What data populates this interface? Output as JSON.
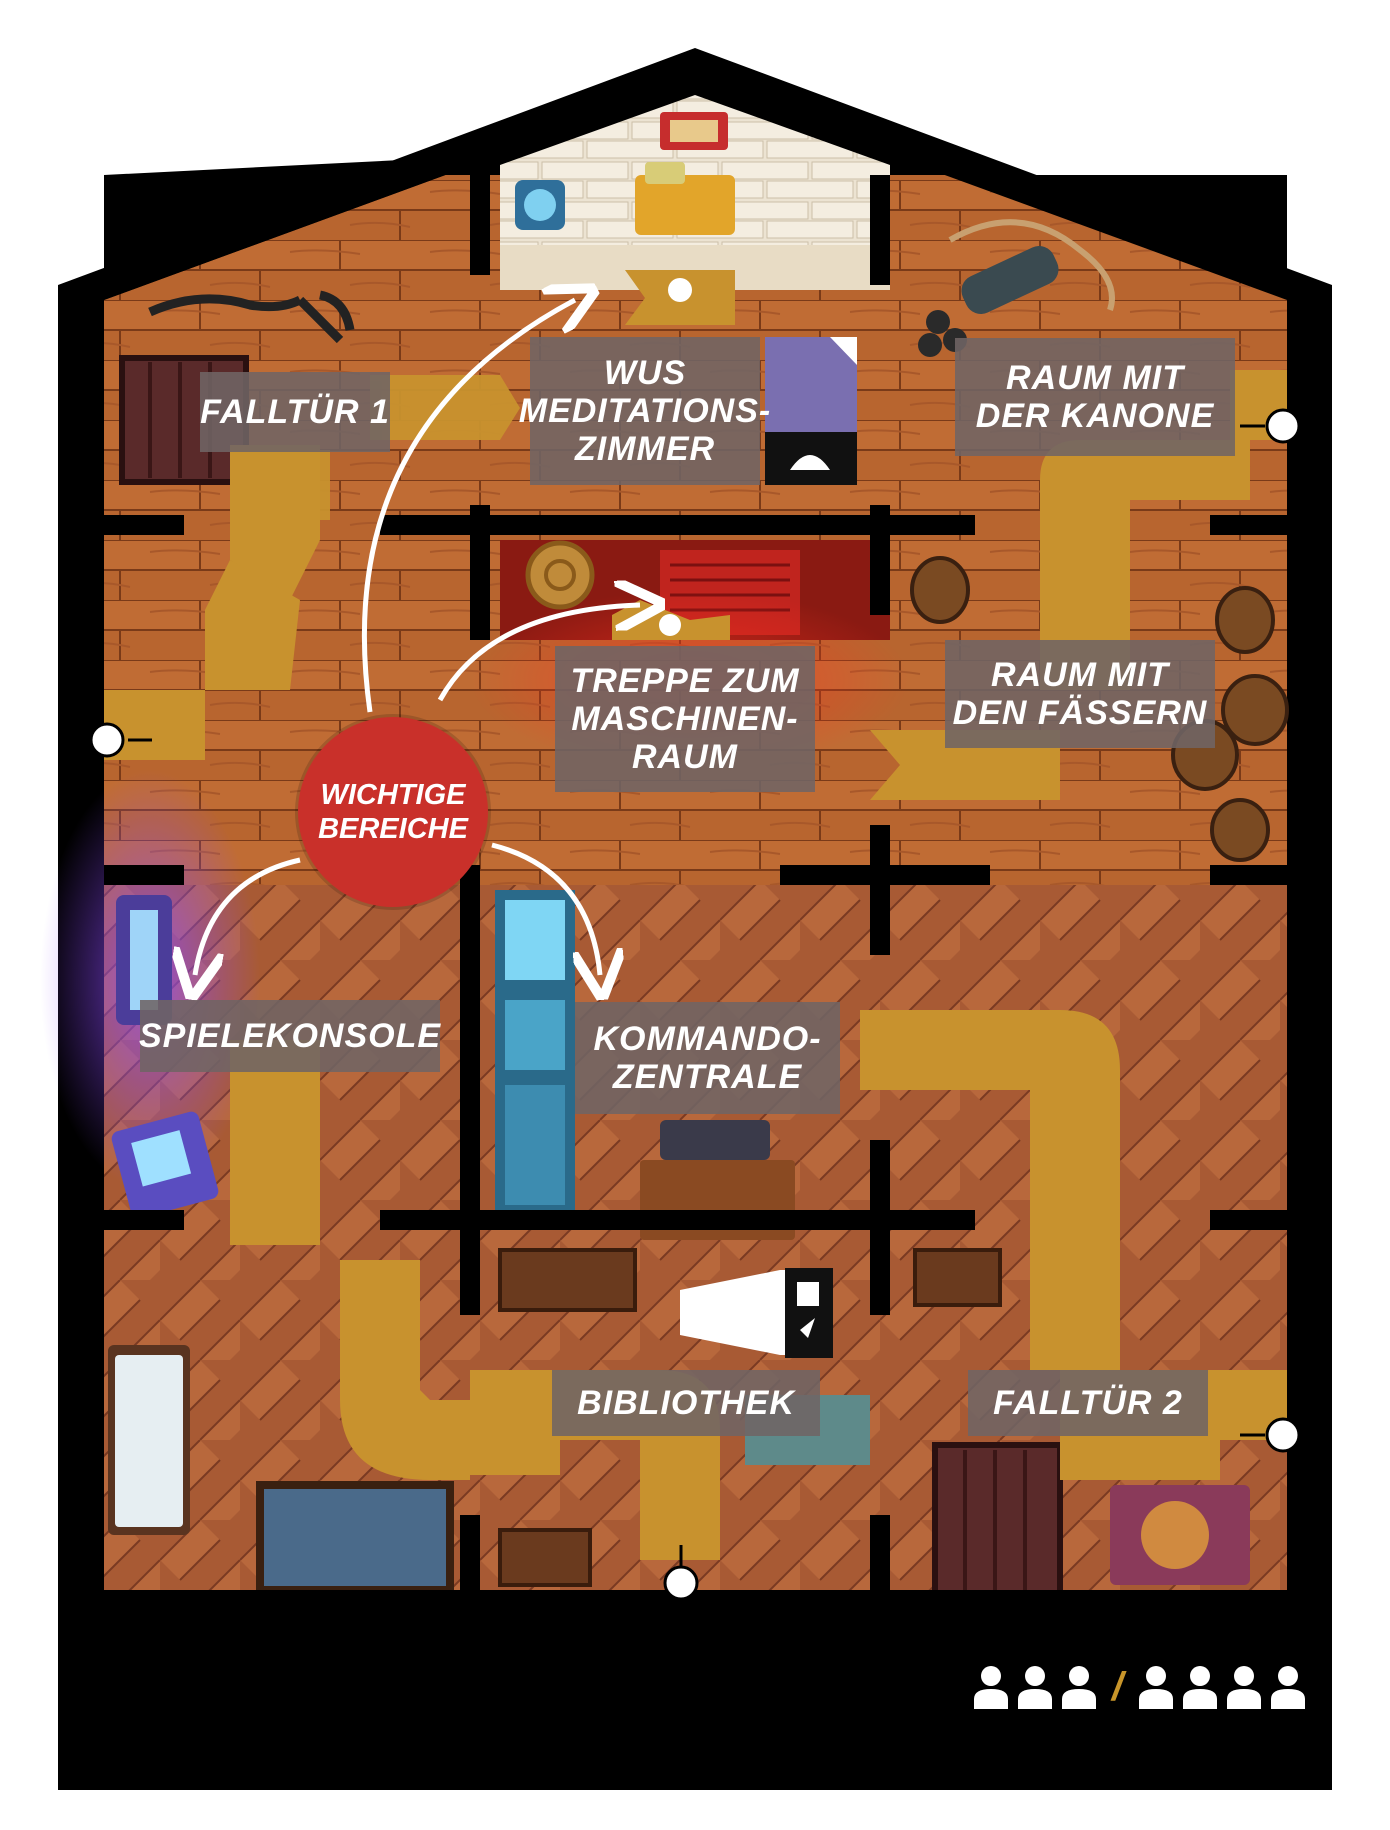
{
  "rooms": {
    "falltuer_1": [
      "FALLTÜR 1"
    ],
    "meditation": [
      "WUS",
      "MEDITATIONS-",
      "ZIMMER"
    ],
    "kanone": [
      "RAUM MIT",
      "DER KANONE"
    ],
    "treppe": [
      "TREPPE ZUM",
      "MASCHINEN-",
      "RAUM"
    ],
    "faesser": [
      "RAUM MIT",
      "DEN FÄSSERN"
    ],
    "spielekonsole": [
      "SPIELEKONSOLE"
    ],
    "kommando": [
      "KOMMANDO-",
      "ZENTRALE"
    ],
    "bibliothek": [
      "BIBLIOTHEK"
    ],
    "falltuer_2": [
      "FALLTÜR 2"
    ]
  },
  "hub": [
    "WICHTIGE",
    "BEREICHE"
  ],
  "players": {
    "small_group": 3,
    "large_group": 4,
    "separator": "/"
  },
  "colors": {
    "frame": "#000000",
    "wood": "#b8652f",
    "path": "#c8922e",
    "label_bg": "#706464",
    "hub": "#c9302a",
    "accent": "#c8952a"
  }
}
